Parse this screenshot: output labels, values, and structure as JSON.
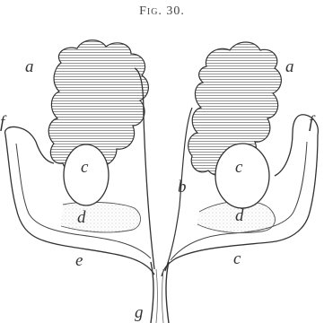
{
  "figure": {
    "title": "Fig. 30.",
    "labels": {
      "a_left": "a",
      "a_right": "a",
      "f_left": "f",
      "f_right": "f",
      "c_left": "c",
      "c_right": "c",
      "b": "b",
      "d_left": "d",
      "d_right": "d",
      "e_left": "e",
      "e_right": "c",
      "g": "g"
    }
  },
  "colors": {
    "ink": "#333333",
    "hatch": "#777777",
    "paper": "#ffffff"
  }
}
